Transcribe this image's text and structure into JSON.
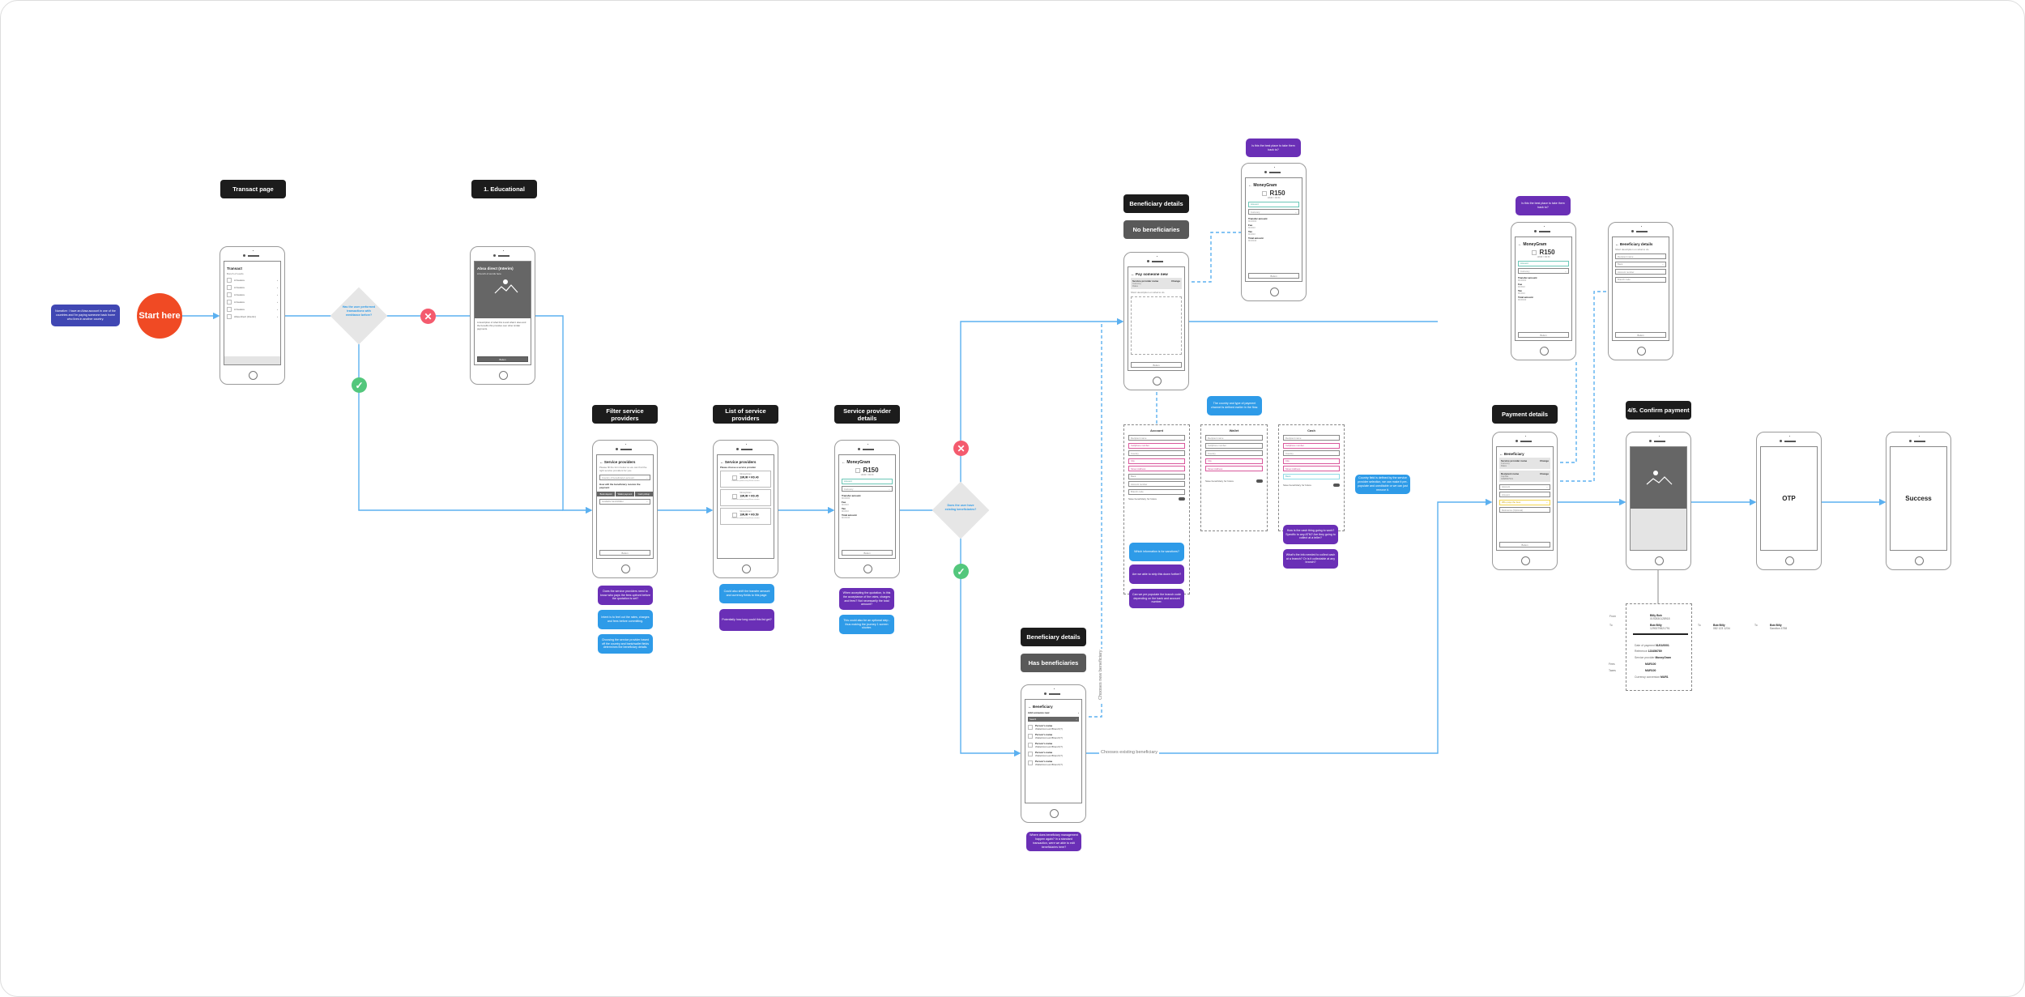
{
  "colors": {
    "connector": "#5bb0f0",
    "start": "#f04a24",
    "question_note": "#6a2fb6",
    "info_note": "#2e9be8",
    "narrative_note": "#4047b3",
    "yes": "#53c77c",
    "no": "#f45b6e",
    "label": "#1c1c1c"
  },
  "start": {
    "label": "Start here"
  },
  "narrative": "Narrative: I have an Absa account in one of the countries and I'm paying someone back home who lives in another country.",
  "labels": {
    "transact": "Transact page",
    "educational": "1. Educational",
    "filter": "Filter service providers",
    "list": "List of service providers",
    "details": "Service provider details",
    "bene_details_1": "Beneficiary details",
    "no_bene": "No beneficiaries",
    "bene_details_2": "Beneficiary details",
    "has_bene": "Has beneficiaries",
    "payment": "Payment details",
    "confirm": "4/5. Confirm payment"
  },
  "decisions": {
    "remittance": "Has the user performed transactions with remittance before?",
    "beneficiaries": "Does the user have existing beneficiaries?"
  },
  "connectors": {
    "existing": "Chooses existing beneficiary",
    "new": "Chooses new beneficiary"
  },
  "icons": {
    "yes": "check-icon",
    "no": "x-icon",
    "image": "image-placeholder-icon",
    "back": "arrow-left-icon",
    "chevron": "chevron-right-icon",
    "search": "search-icon"
  },
  "screens": {
    "transact": {
      "title": "Transact",
      "subtitle": "Bunch of words",
      "items": [
        "A Feature",
        "A Feature",
        "A Feature",
        "A Feature",
        "A Feature",
        "Absa direct (Interim)"
      ]
    },
    "educational": {
      "title": "Absa direct (Interim)",
      "subtitle": "A bunch of words here",
      "description": "A description of what this is and what it does and the benefits this provides over other similar payments.",
      "button": "Button"
    },
    "filter": {
      "title": "Service providers",
      "description": "Please fill the form below so we can find the right service providers for you.",
      "country": "Country of beneficiary's account",
      "question": "How will the beneficiary receive the payment",
      "tabs": [
        "Bank deposit",
        "Wallet payment",
        "Cash pickup"
      ],
      "bank": "Available bank/Wallet",
      "button": "Button"
    },
    "list": {
      "title": "Service providers",
      "subtitle": "Please choose a service provider",
      "cards": [
        {
          "name": "MoneyGram",
          "rate": "1MUR = R0.40",
          "note": "Rate/fees update every fifteen minutes"
        },
        {
          "name": "MoneyGram",
          "rate": "1MUR = R0.45",
          "note": "Rate/fees update every fifteen minutes"
        },
        {
          "name": "MoneyGram",
          "rate": "1MUR = R0.50",
          "note": "Rate/fees update every fifteen minutes"
        }
      ]
    },
    "details": {
      "title": "MoneyGram",
      "amount": "R150",
      "rate": "1MUR = R0.50",
      "amount_field": "Amount",
      "currency": "Currency",
      "rows": [
        {
          "k": "Transfer amount",
          "v": "MUR300"
        },
        {
          "k": "Fee",
          "v": "MUR10"
        },
        {
          "k": "Tax",
          "v": "MUR10"
        },
        {
          "k": "Total amount",
          "v": "MUR340"
        }
      ],
      "button": "Button"
    },
    "no_bene": {
      "title": "Pay someone new",
      "provider": "Service provider name",
      "currency": "Currency",
      "rates": "Rates",
      "change": "Change",
      "description": "Short description on what to do",
      "button": "Button"
    },
    "has_bene": {
      "title": "Beneficiary",
      "add": "Add someone new",
      "search": "Search",
      "people": [
        {
          "name": "Person's name",
          "sub": "Wallet/Account/Branch(?)"
        },
        {
          "name": "Person's name",
          "sub": "Wallet/Account/Branch(?)"
        },
        {
          "name": "Person's name",
          "sub": "Wallet/Account/Branch(?)"
        },
        {
          "name": "Person's name",
          "sub": "Wallet/Account/Branch(?)"
        },
        {
          "name": "Person's name",
          "sub": "Wallet/Account/Branch(?)"
        }
      ]
    },
    "payment": {
      "title": "Beneficiary",
      "provider": "Service provider name",
      "currency": "Currency",
      "rates": "Rates",
      "change": "Change",
      "recipient": "Recipient name",
      "recipient_l1": "Cephas",
      "recipient_l2": "0468097531",
      "account": "Account",
      "amount": "Amount",
      "fees": "Who pays the fees",
      "reference": "Reference (Optional)",
      "button": "Button"
    },
    "bene_form": {
      "title": "Beneficiary details",
      "description": "Short description on what to do",
      "fields": [
        "Recipient name",
        "Bank",
        "Account number",
        "Branch code"
      ],
      "button": "Button"
    },
    "otp": {
      "title": "OTP"
    },
    "success": {
      "title": "Success"
    }
  },
  "forms": {
    "account": {
      "title": "Account",
      "fields": [
        "Recipient name",
        "Cellphone number",
        "Country",
        "City",
        "Street Address",
        "Bank",
        "Account number",
        "Branch code"
      ],
      "save": "Save beneficiary for future"
    },
    "wallet": {
      "title": "Wallet",
      "fields": [
        "Recipient name",
        "Cellphone number",
        "Country",
        "City",
        "Street Address"
      ],
      "save": "Save beneficiary for future"
    },
    "cash": {
      "title": "Cash",
      "fields": [
        "Recipient name",
        "Cellphone number",
        "Country",
        "City",
        "Street Address",
        "Bank"
      ],
      "save": "Save beneficiary for future"
    }
  },
  "receipt": {
    "from_label": "From",
    "from_name": "Billy Bob",
    "from_acc": "0192830128918",
    "to_label": "To",
    "to_name": "Bob Billy",
    "to_acc": "1290079821791",
    "date_label": "Date of payment",
    "date": "01/01/0001",
    "ref_label": "Reference",
    "ref": "123456789",
    "sp_label": "Service provider",
    "sp": "MoneyGram",
    "fees_label": "Fees",
    "fees": "MUR100",
    "taxes_label": "Taxes",
    "taxes": "MUR100",
    "conv_label": "Currency conversion",
    "conv": "MUR1",
    "alt1_label": "To",
    "alt1_name": "Bob Billy",
    "alt1_detail": "082 123 1234",
    "alt2_label": "To",
    "alt2_name": "Bob Billy",
    "alt2_detail": "Sandton 4758"
  },
  "notes": {
    "filter_q": "Does the service providers need to know who pays the fees upfront before the quotation is set?",
    "filter_i1": "Intent is to feel out the rates, charges and fees before committing.",
    "filter_i2": "Choosing the service provider based off the country and bank/wallet fields determines the beneficiary details.",
    "list_i": "Could also shift the transfer amount and currency fields to this page.",
    "list_q": "Potentially how long could this list get?",
    "details_q": "When accepting the quotation, is this the acceptance of the rates, charges and fees? Not necessarily the total amount?",
    "details_i": "This could also be an optional step - thus making the journey 1 screen shorter.",
    "back_q1": "Is this the best place to take them back to?",
    "back_q2": "Is this the best place to take them back to?",
    "channel_i": "The country and type of payment channel is defined earlier in the flow.",
    "country_i": "Country field is defined by the service provider selection, we can make it pre-populate and uneditable or we can just remove it.",
    "sanctions_i": "Which information is for sanctions?",
    "strip_q": "Are we able to strip this down further?",
    "branch_q": "Can we pre populate the branch code depending on the bank and account number.",
    "cash_q1": "How is the cash thing going to work? Specific to any ATM? Are they going to collect at a teller?",
    "cash_q2": "What's the info needed to collect cash at a branch? Or is it collectable at any branch?",
    "bene_q": "Where does beneficiary management happen again? In a standard transaction, were we able to edit beneficiaries here?"
  }
}
